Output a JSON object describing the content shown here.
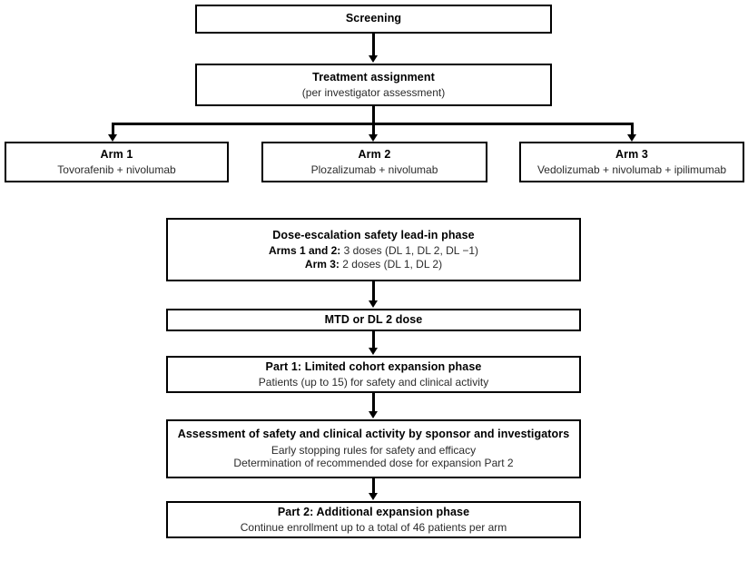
{
  "diagram": {
    "title": "Clinical trial study design flowchart",
    "accent_color": "#000000",
    "background_color": "#ffffff",
    "text_color": "#1a1a1a"
  },
  "nodes": {
    "screening": {
      "title": "Screening"
    },
    "treatment_assignment": {
      "title": "Treatment assignment",
      "sub": "(per investigator assessment)"
    },
    "arm1": {
      "title": "Arm 1",
      "sub": "Tovorafenib + nivolumab"
    },
    "arm2": {
      "title": "Arm 2",
      "sub": "Plozalizumab + nivolumab"
    },
    "arm3": {
      "title": "Arm 3",
      "sub": "Vedolizumab + nivolumab + ipilimumab"
    },
    "dose_escalation": {
      "title": "Dose-escalation safety lead-in phase",
      "line2_bold": "Arms 1 and 2:",
      "line2_rest": " 3 doses (DL 1, DL 2, DL −1)",
      "line3_bold": "Arm 3:",
      "line3_rest": " 2 doses (DL 1, DL 2)"
    },
    "mtd": {
      "title": "MTD or DL 2 dose"
    },
    "part1": {
      "title": "Part 1: Limited cohort expansion phase",
      "sub": "Patients (up to 15) for safety and clinical activity"
    },
    "assessment": {
      "title": "Assessment of safety and clinical activity by sponsor and investigators",
      "sub1": "Early stopping rules for safety and efficacy",
      "sub2": "Determination of recommended dose for expansion Part 2"
    },
    "part2": {
      "title": "Part 2: Additional expansion phase",
      "sub": "Continue enrollment up to a total of 46 patients per arm"
    }
  }
}
